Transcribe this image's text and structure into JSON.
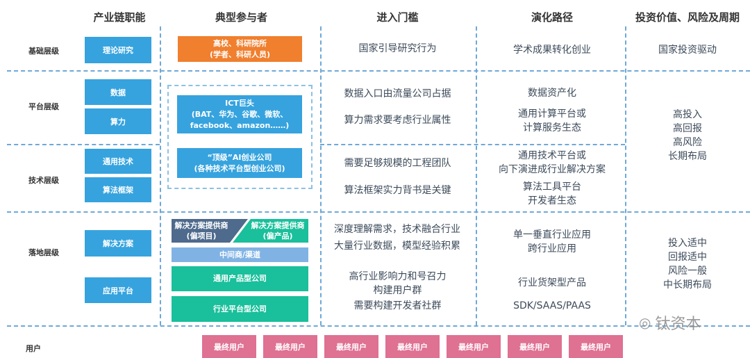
{
  "headers": [
    "产业链职能",
    "典型参与者",
    "进入门槛",
    "演化路径",
    "投资价值、风险及周期"
  ],
  "levels": {
    "base": "基础层级",
    "platform": "平台层级",
    "tech": "技术层级",
    "landing": "落地层级",
    "user": "用户"
  },
  "functions": {
    "theory": "理论研究",
    "data": "数据",
    "compute": "算力",
    "general_tech": "通用技术",
    "algo": "算法框架",
    "solution": "解决方案",
    "app_platform": "应用平台"
  },
  "participants": {
    "univ": [
      "高校、科研院所",
      "(学者、科研人员)"
    ],
    "ict": [
      "ICT巨头",
      "(BAT、华为、谷歌、微软、",
      "facebook、amazon……)"
    ],
    "ai": [
      "“顶级”AI创业公司",
      "(各种技术平台型创业公司)"
    ],
    "sol_project": [
      "解决方案提供商",
      "(偏项目)"
    ],
    "sol_product": [
      "解决方案提供商",
      "(偏产品)"
    ],
    "channel": "中间商/渠道",
    "general_product": "通用产品型公司",
    "industry_platform": "行业平台型公司"
  },
  "entry": {
    "base": "国家引导研究行为",
    "data": "数据入口由流量公司占据",
    "compute": "算力需求要考虑行业属性",
    "general_tech": "需要足够规模的工程团队",
    "algo": "算法框架实力背书是关键",
    "solution": [
      "深度理解需求，技术融合行业",
      "大量行业数据，模型经验积累"
    ],
    "app": [
      "高行业影响力和号召力",
      "构建用户群",
      "需要构建开发者社群"
    ]
  },
  "evolution": {
    "base": "学术成果转化创业",
    "data": "数据资产化",
    "compute": [
      "通用计算平台或",
      "计算服务生态"
    ],
    "general_tech": [
      "通用技术平台或",
      "向下演进成行业解决方案"
    ],
    "algo": [
      "算法工具平台",
      "开发者生态"
    ],
    "solution": [
      "单一垂直行业应用",
      "跨行业应用"
    ],
    "app": [
      "行业货架型产品",
      "SDK/SAAS/PAAS"
    ]
  },
  "invest": {
    "base": "国家投资驱动",
    "mid": [
      "高投入",
      "高回报",
      "高风险",
      "长期布局"
    ],
    "landing": [
      "投入适中",
      "回报适中",
      "风险一般",
      "中长期布局"
    ]
  },
  "end_users": [
    "最终用户",
    "最终用户",
    "最终用户",
    "最终用户",
    "最终用户",
    "最终用户",
    "最终用户"
  ],
  "watermark": "钛资本"
}
